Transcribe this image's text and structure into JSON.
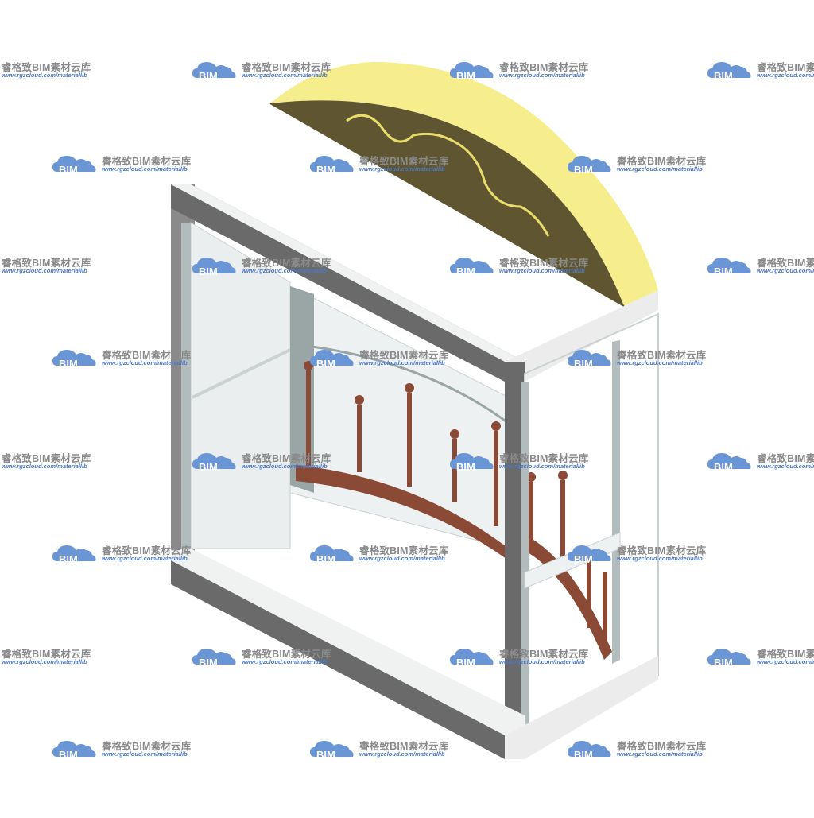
{
  "watermark": {
    "title": "睿格致BIM素材云库",
    "url": "www.rgzcloud.com/materiallib",
    "logo_text": "BIM"
  },
  "colors": {
    "canopy_top": "#f6ee8c",
    "canopy_face": "#5f5530",
    "wood": "#8a4a35",
    "frame": "#8a8a8a",
    "glass": "#e9ecec"
  }
}
